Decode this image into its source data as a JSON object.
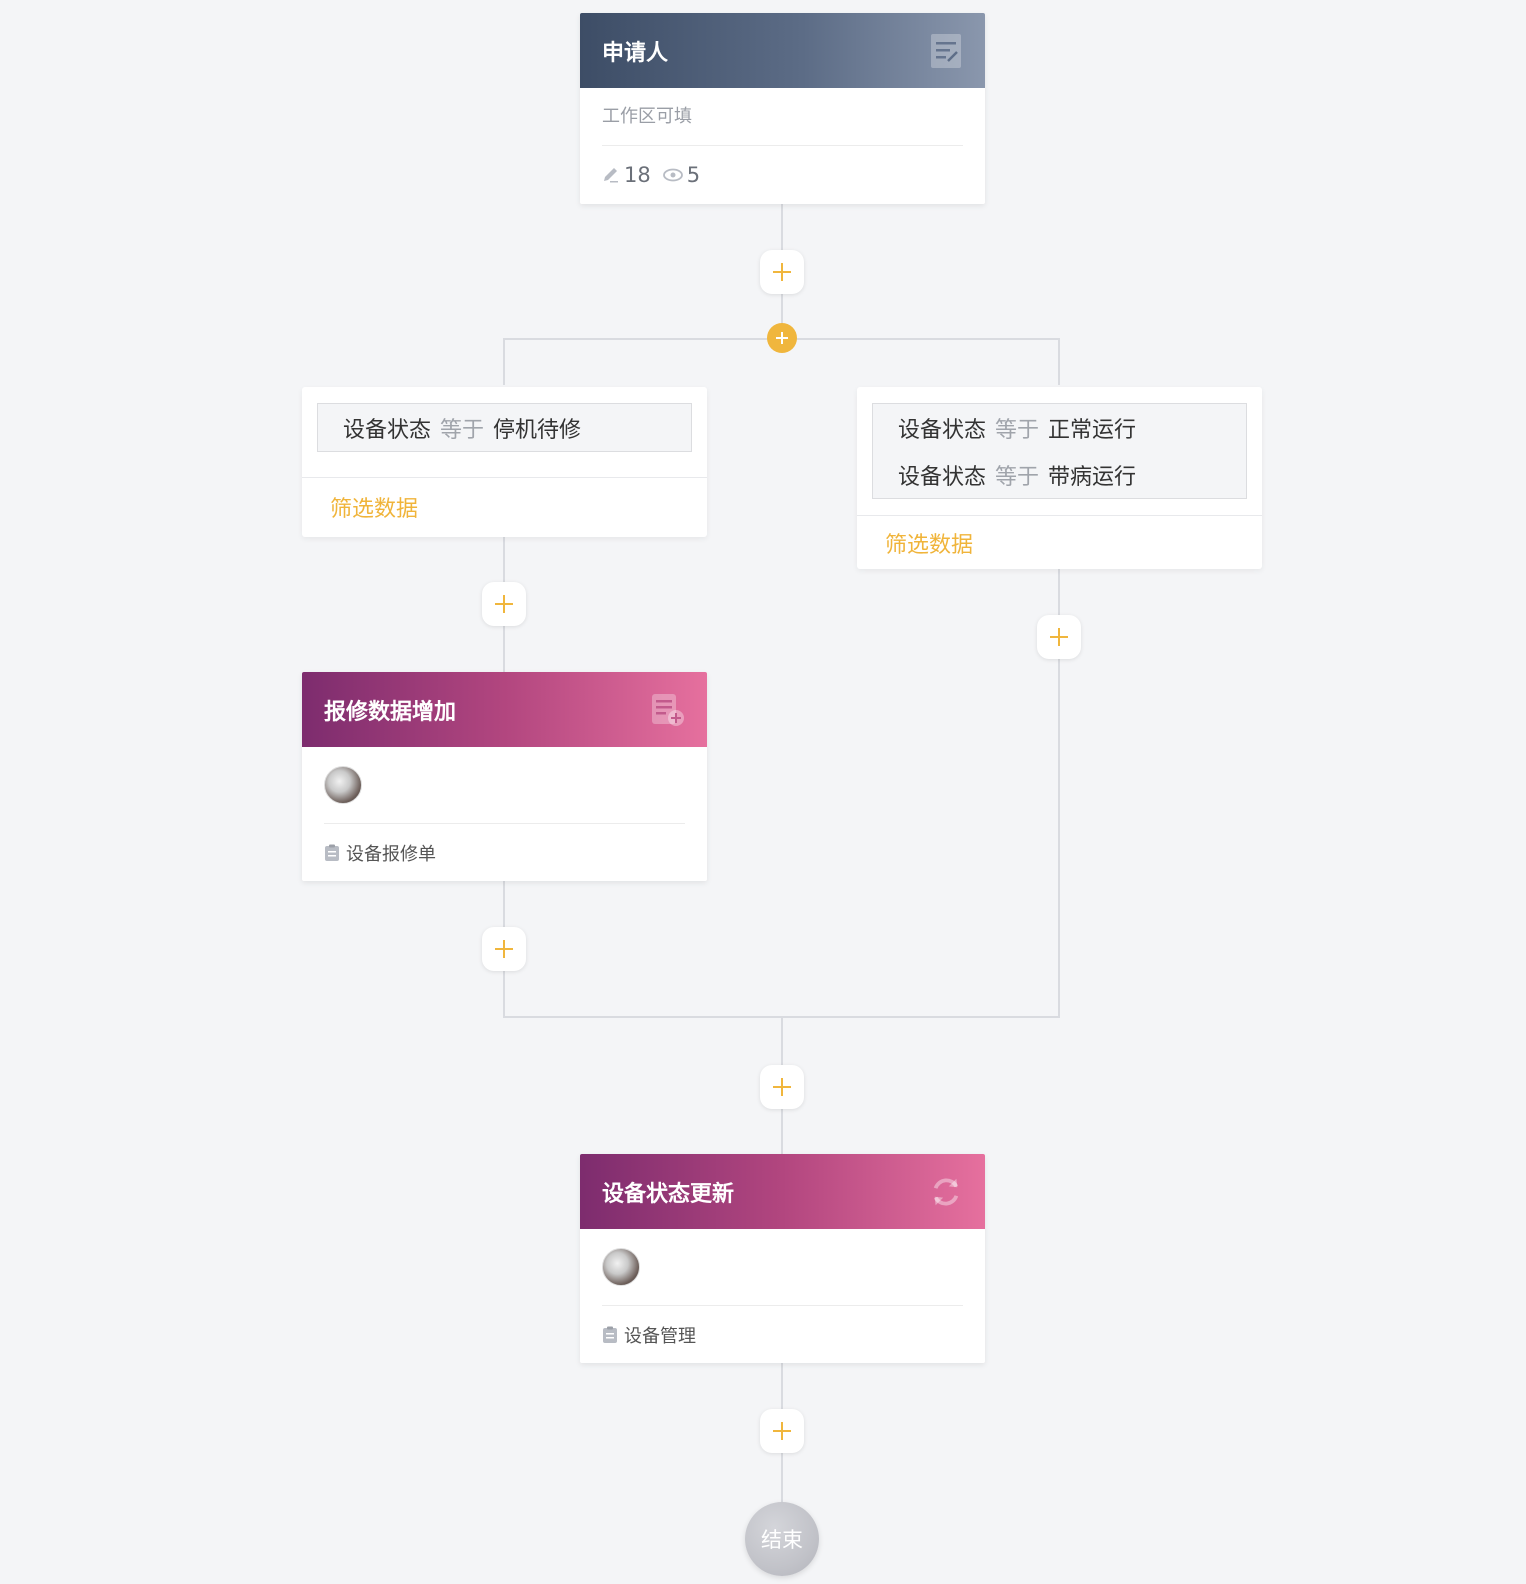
{
  "start_node": {
    "title": "申请人",
    "subtitle": "工作区可填",
    "edit_count": "18",
    "view_count": "5"
  },
  "branches": [
    {
      "conditions": [
        {
          "field": "设备状态",
          "operator": "等于",
          "value": "停机待修"
        }
      ],
      "action_label": "筛选数据"
    },
    {
      "conditions": [
        {
          "field": "设备状态",
          "operator": "等于",
          "value": "正常运行"
        },
        {
          "field": "设备状态",
          "operator": "等于",
          "value": "带病运行"
        }
      ],
      "action_label": "筛选数据"
    }
  ],
  "add_record_node": {
    "title": "报修数据增加",
    "form": "设备报修单"
  },
  "update_node": {
    "title": "设备状态更新",
    "form": "设备管理"
  },
  "end_node": {
    "label": "结束"
  },
  "colors": {
    "accent": "#f0b63d",
    "header_dark": "#3d4d66",
    "header_pink": "#b2467f"
  }
}
